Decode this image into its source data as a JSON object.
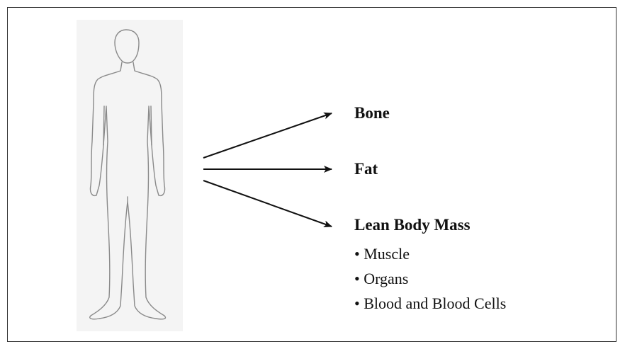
{
  "components": {
    "bone": "Bone",
    "fat": "Fat",
    "lean": "Lean Body Mass"
  },
  "lean_items": [
    "• Muscle",
    "• Organs",
    "• Blood and Blood Cells"
  ],
  "colors": {
    "line": "#111111",
    "outline": "#8a8a8a",
    "frame": "#333333"
  }
}
